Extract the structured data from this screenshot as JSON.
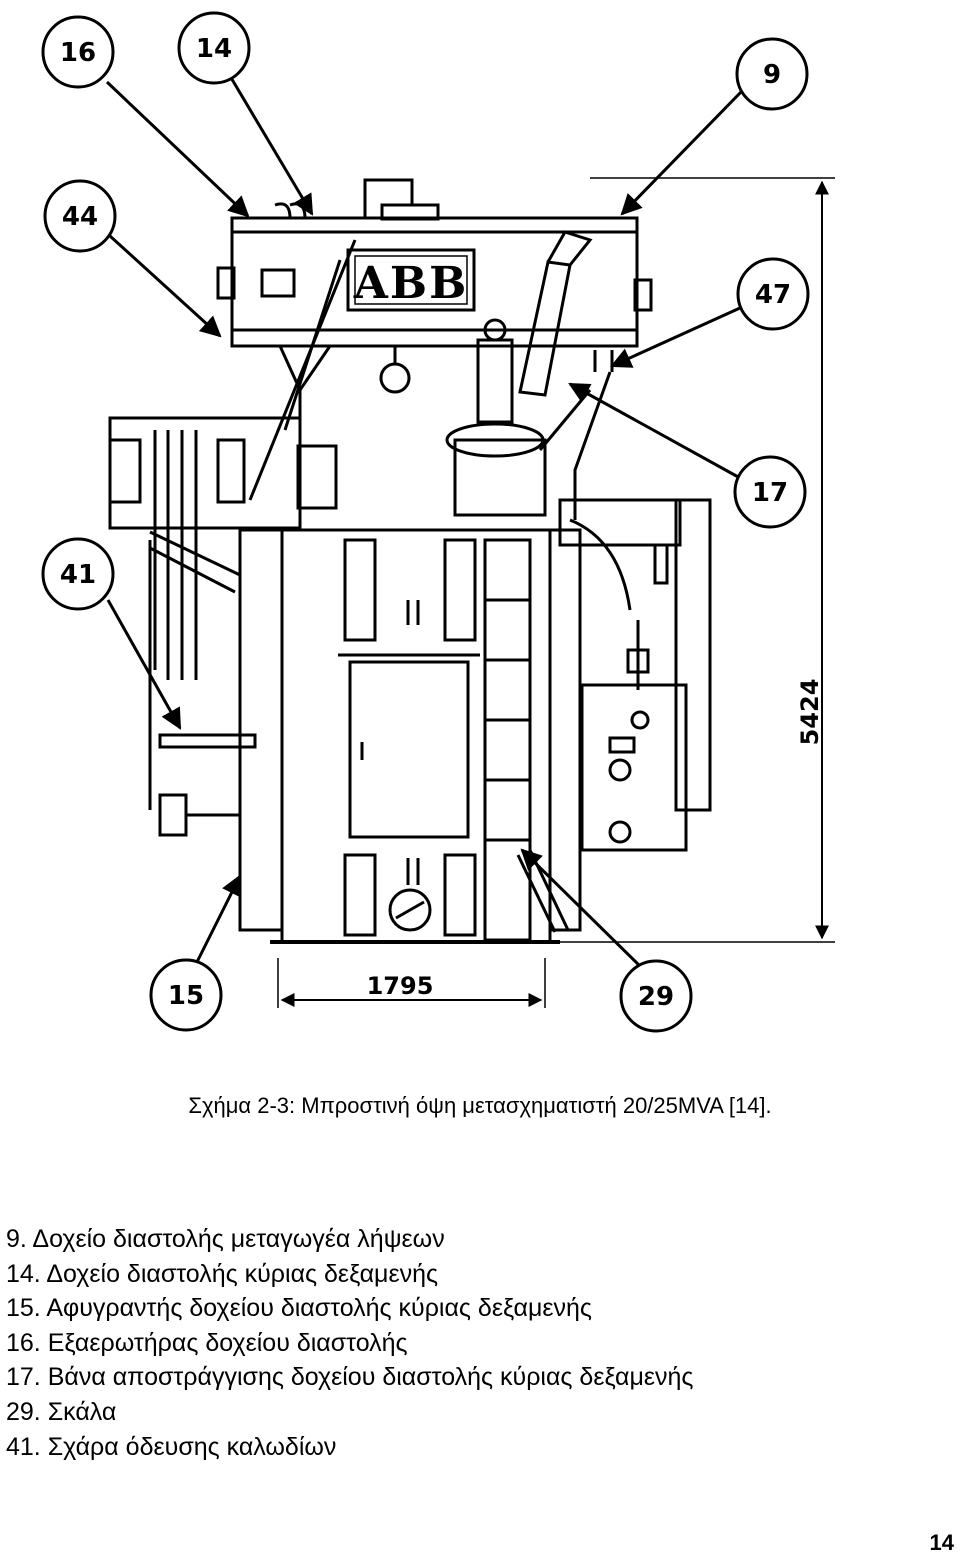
{
  "drawing": {
    "logo": "ABB",
    "dimensions": {
      "height": "5424",
      "width": "1795"
    },
    "callouts": {
      "c9": "9",
      "c14": "14",
      "c15": "15",
      "c16": "16",
      "c17": "17",
      "c29": "29",
      "c41": "41",
      "c44": "44",
      "c47": "47"
    }
  },
  "caption": "Σχήμα 2-3: Μπροστινή όψη μετασχηματιστή 20/25MVA [14].",
  "legend": [
    "9. Δοχείο διαστολής μεταγωγέα λήψεων",
    "14. Δοχείο διαστολής κύριας δεξαμενής",
    "15. Αφυγραντής δοχείου διαστολής κύριας δεξαμενής",
    "16. Εξαερωτήρας δοχείου διαστολής",
    "17. Βάνα αποστράγγισης δοχείου διαστολής κύριας δεξαμενής",
    "29. Σκάλα",
    "41. Σχάρα όδευσης καλωδίων"
  ],
  "page_number": "14"
}
